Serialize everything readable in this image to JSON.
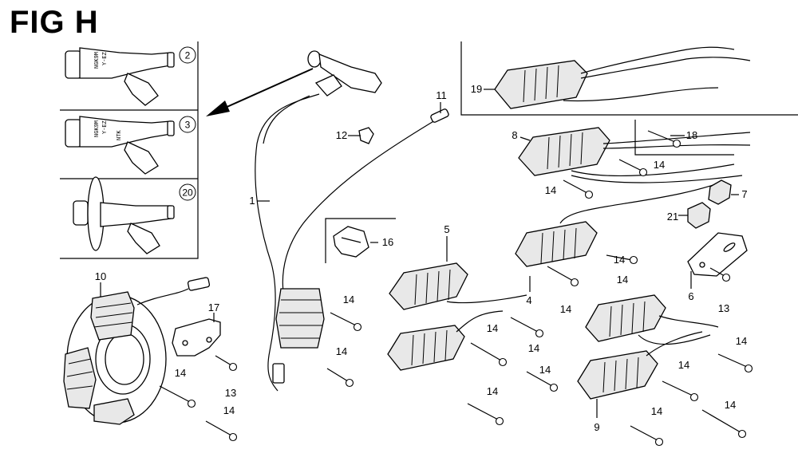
{
  "figure": {
    "title": "FIG H"
  },
  "inset_parts": [
    {
      "ref": "2",
      "stamp_lines": [
        "NGK9M",
        "Y-EZ"
      ]
    },
    {
      "ref": "3",
      "stamp_lines": [
        "NGK9M",
        "Y-EZ",
        "NTK"
      ]
    },
    {
      "ref": "20",
      "stamp_lines": []
    }
  ],
  "callouts": {
    "c1": "1",
    "c4": "4",
    "c5": "5",
    "c6": "6",
    "c7": "7",
    "c8": "8",
    "c9": "9",
    "c10": "10",
    "c11": "11",
    "c12": "12",
    "c13a": "13",
    "c13b": "13",
    "c14_1": "14",
    "c14_2": "14",
    "c14_3": "14",
    "c14_4": "14",
    "c14_5": "14",
    "c14_6": "14",
    "c14_7": "14",
    "c14_8": "14",
    "c14_9": "14",
    "c14_10": "14",
    "c14_11": "14",
    "c14_12": "14",
    "c14_13": "14",
    "c14_14": "14",
    "c14_15": "14",
    "c14_16": "14",
    "c14_17": "14",
    "c16": "16",
    "c17": "17",
    "c18": "18",
    "c19": "19",
    "c21": "21"
  }
}
